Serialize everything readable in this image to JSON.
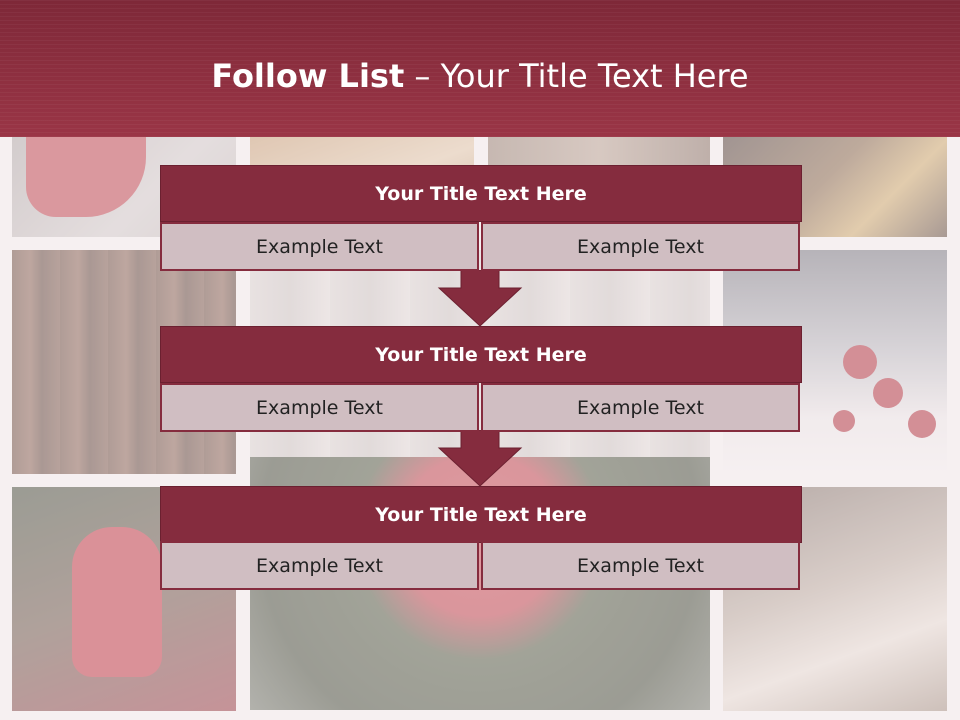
{
  "slide": {
    "title_bold": "Follow List",
    "title_rest": " – Your Title Text Here"
  },
  "steps": [
    {
      "title": "Your Title Text Here",
      "left": "Example Text",
      "right": "Example Text"
    },
    {
      "title": "Your Title Text Here",
      "left": "Example Text",
      "right": "Example Text"
    },
    {
      "title": "Your Title Text Here",
      "left": "Example Text",
      "right": "Example Text"
    }
  ],
  "colors": {
    "header": "#9a3546",
    "block_title": "#852c3e",
    "block_cell": "#d0bec2",
    "arrow": "#852c3e"
  }
}
